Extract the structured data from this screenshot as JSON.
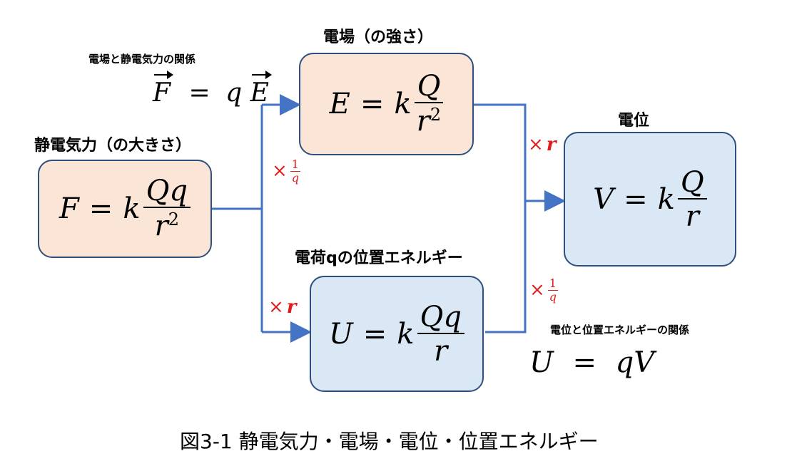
{
  "labels": {
    "efield_title": "電場（の強さ）",
    "relation1_title": "電場と静電気力の関係",
    "force_title": "静電気力（の大きさ）",
    "potential_title": "電位",
    "energy_title": "電荷qの位置エネルギー",
    "relation2_title": "電位と位置エネルギーの関係"
  },
  "formulas": {
    "force": {
      "lhs": "F",
      "coef": "k",
      "num": "Qq",
      "den": "r",
      "exp": "2"
    },
    "efield": {
      "lhs": "E",
      "coef": "k",
      "num": "Q",
      "den": "r",
      "exp": "2"
    },
    "potential": {
      "lhs": "V",
      "coef": "k",
      "num": "Q",
      "den": "r"
    },
    "energy": {
      "lhs": "U",
      "coef": "k",
      "num": "Qq",
      "den": "r"
    },
    "relation1": {
      "lhs": "F",
      "rhs_coef": "q",
      "rhs_var": "E"
    },
    "relation2": {
      "lhs": "U",
      "rhs": "qV"
    },
    "equals": "="
  },
  "multipliers": {
    "times": "×",
    "to_efield": {
      "num": "1",
      "den": "q"
    },
    "to_potential_top": {
      "var": "r"
    },
    "to_energy": {
      "var": "r"
    },
    "to_potential_bottom": {
      "num": "1",
      "den": "q"
    }
  },
  "caption": "図3-1 静電気力・電場・電位・位置エネルギー",
  "colors": {
    "arrow": "#4472c4",
    "multiplier": "#e31a1a",
    "orange_box": "#fbe5d6",
    "blue_box": "#dae8f6",
    "box_border": "#2f4f7f"
  }
}
